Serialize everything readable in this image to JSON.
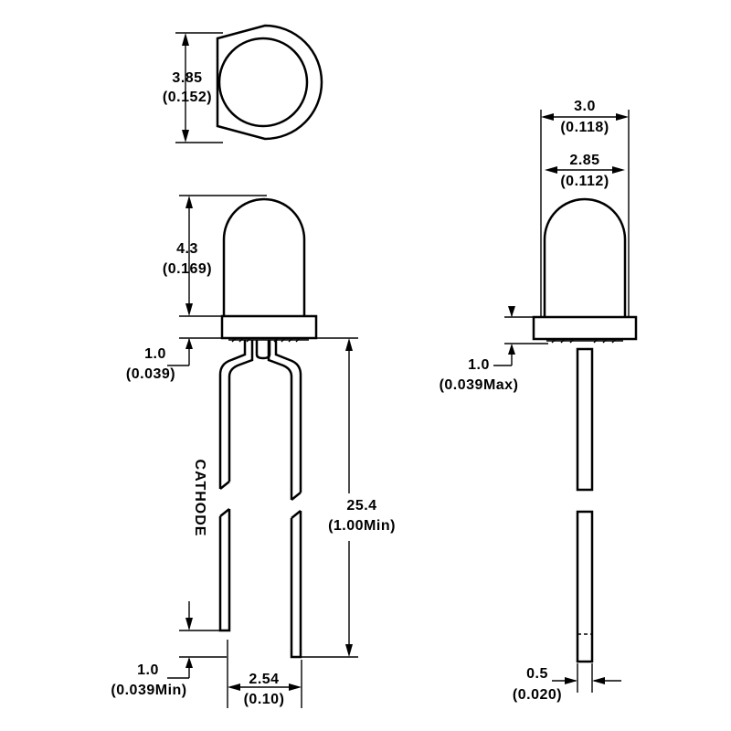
{
  "top_view": {
    "diameter_mm": "3.85",
    "diameter_in": "(0.152)"
  },
  "front_view": {
    "lens_height_mm": "4.3",
    "lens_height_in": "(0.169)",
    "flange_gap_mm": "1.0",
    "flange_gap_in": "(0.039)",
    "lead_length_mm": "25.4",
    "lead_length_in": "(1.00Min)",
    "lead_offset_mm": "1.0",
    "lead_offset_in": "(0.039Min)",
    "lead_spacing_mm": "2.54",
    "lead_spacing_in": "(0.10)",
    "cathode_label": "CATHODE"
  },
  "side_view": {
    "flange_width_mm": "3.0",
    "flange_width_in": "(0.118)",
    "lens_width_mm": "2.85",
    "lens_width_in": "(0.112)",
    "flange_gap_mm": "1.0",
    "flange_gap_in": "(0.039Max)",
    "lead_width_mm": "0.5",
    "lead_width_in": "(0.020)"
  }
}
